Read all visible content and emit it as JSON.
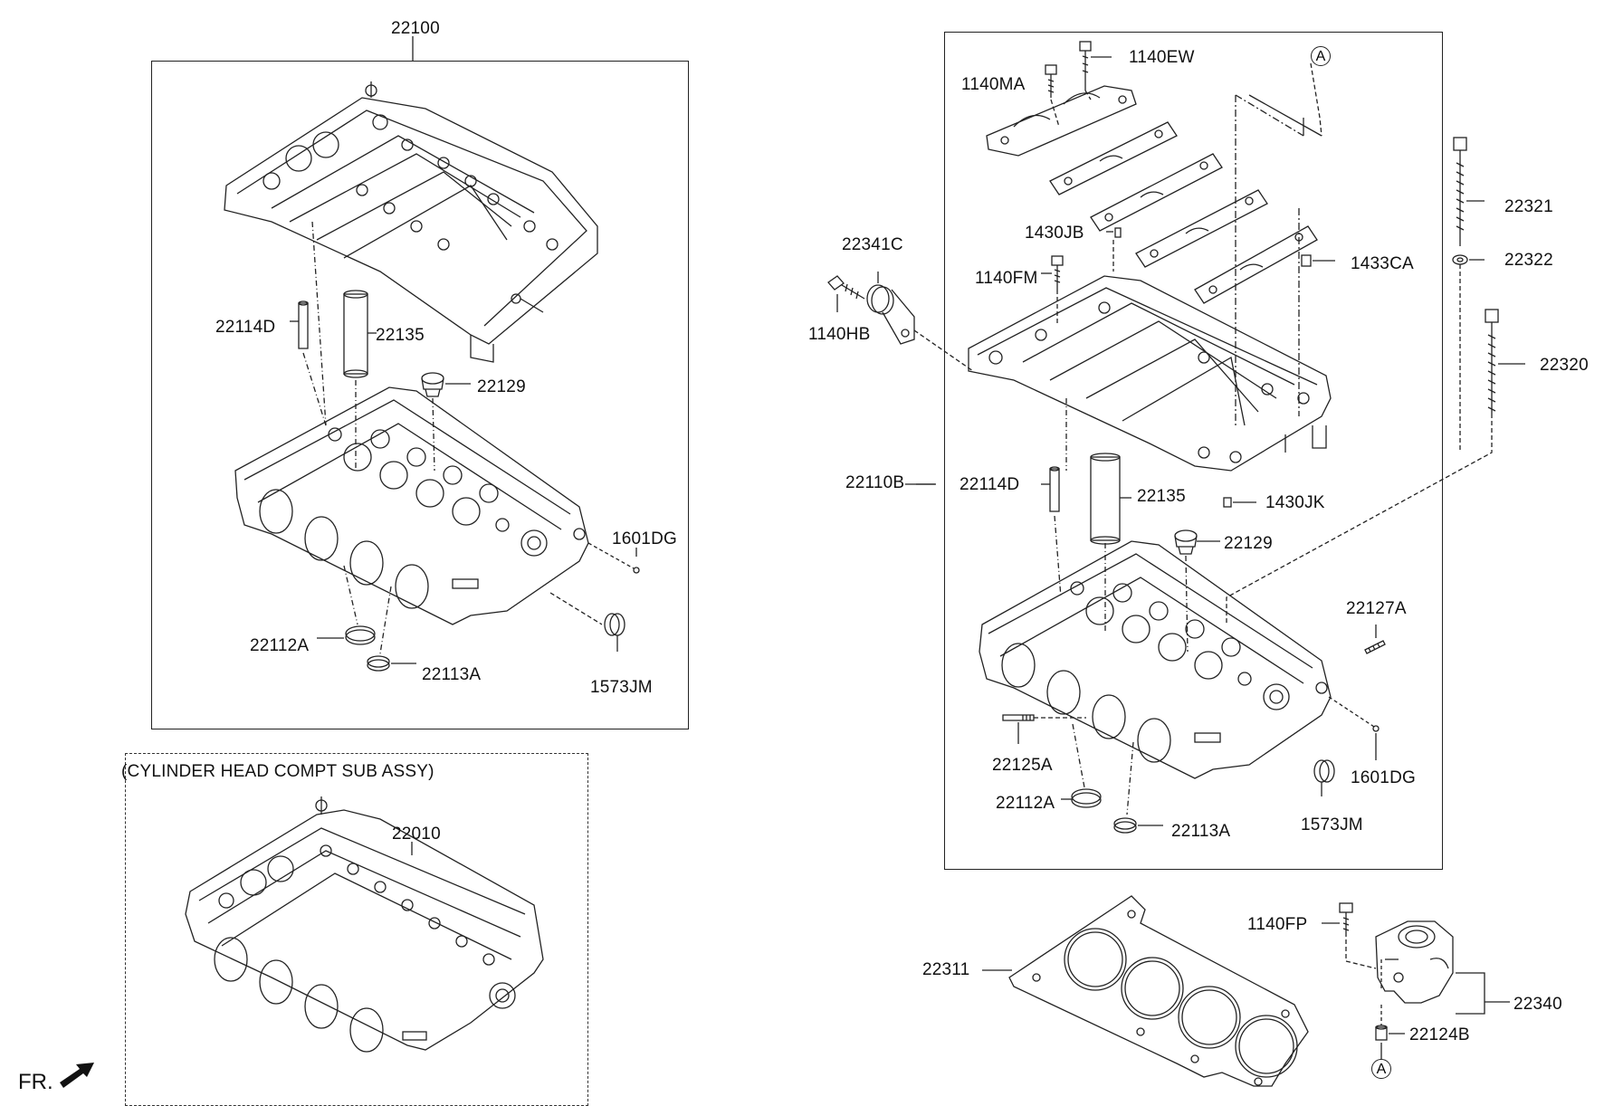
{
  "labels": {
    "a22100": "22100",
    "a22114D": "22114D",
    "a22135": "22135",
    "a22129": "22129",
    "a1601DG": "1601DG",
    "a22112A": "22112A",
    "a22113A": "22113A",
    "a1573JM": "1573JM",
    "sub_title": "(CYLINDER HEAD COMPT SUB ASSY)",
    "s22010": "22010",
    "b1140EW": "1140EW",
    "b1140MA": "1140MA",
    "b1430JB": "1430JB",
    "b1140FM": "1140FM",
    "b1433CA": "1433CA",
    "b22341C": "22341C",
    "b1140HB": "1140HB",
    "b22110B": "22110B",
    "b22114D": "22114D",
    "b22135": "22135",
    "b1430JK": "1430JK",
    "b22129": "22129",
    "b22127A": "22127A",
    "b22125A": "22125A",
    "b1601DG": "1601DG",
    "b22112A": "22112A",
    "b1573JM": "1573JM",
    "b22113A": "22113A",
    "r22321": "22321",
    "r22322": "22322",
    "r22320": "22320",
    "g22311": "22311",
    "g1140FP": "1140FP",
    "g22340": "22340",
    "g22124B": "22124B",
    "ref_a_top": "A",
    "ref_a_bottom": "A",
    "fr": "FR."
  }
}
